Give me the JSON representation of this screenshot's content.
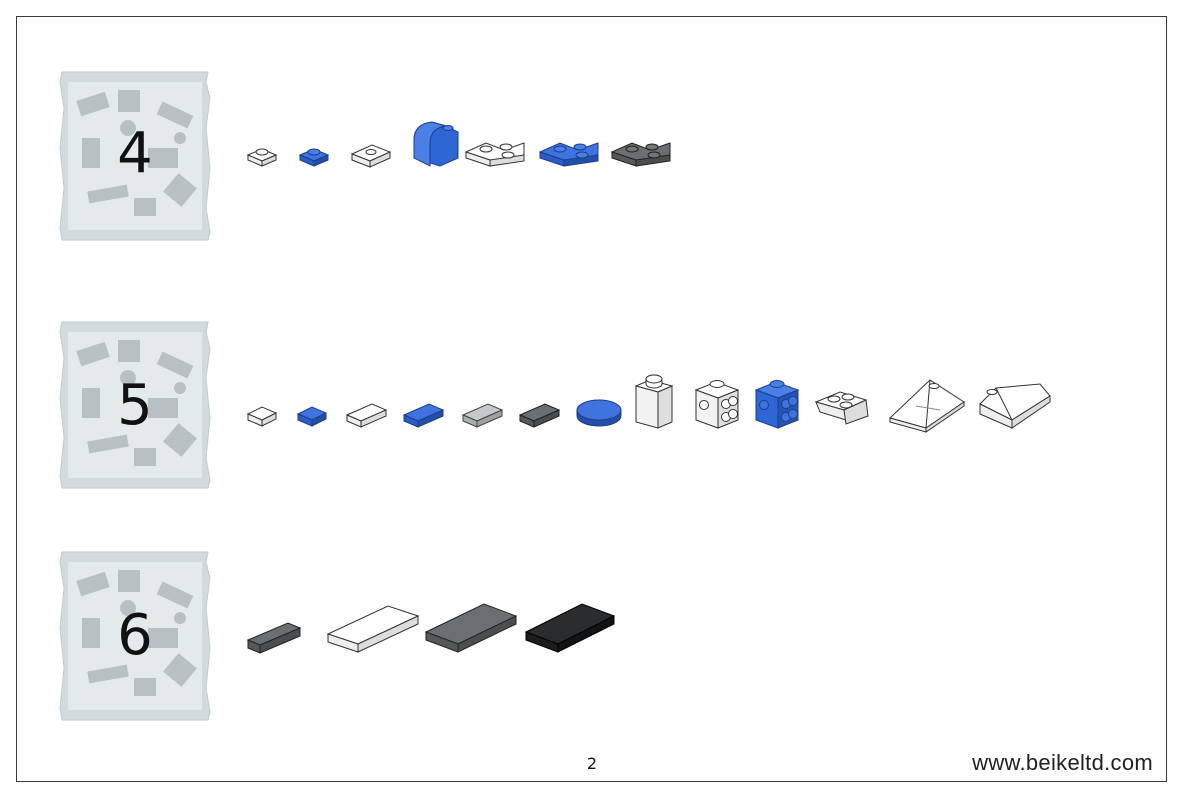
{
  "page": {
    "number": "2",
    "website": "www.beikeltd.com"
  },
  "bags": [
    {
      "number": "4",
      "part_colors": [
        "white",
        "blue",
        "white",
        "blue",
        "white",
        "blue",
        "dark-gray"
      ]
    },
    {
      "number": "5",
      "part_colors": [
        "white",
        "blue",
        "white",
        "blue",
        "light-gray",
        "dark-gray",
        "blue",
        "white",
        "white",
        "blue",
        "white",
        "white",
        "white"
      ]
    },
    {
      "number": "6",
      "part_colors": [
        "dark-gray",
        "white",
        "dark-gray",
        "black"
      ]
    }
  ],
  "colors": {
    "blue": "#2f66d6",
    "white": "#ffffff",
    "light_gray": "#b9bec2",
    "dark_gray": "#62676b",
    "black": "#1e2022",
    "bag": "#cfd8dc",
    "outline": "#333333"
  }
}
